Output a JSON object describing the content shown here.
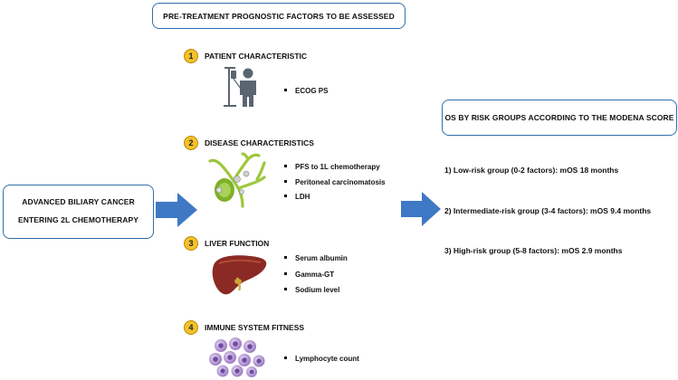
{
  "header": {
    "title": "PRE-TREATMENT PROGNOSTIC FACTORS TO BE ASSESSED"
  },
  "input_box": {
    "line1": "ADVANCED BILIARY CANCER",
    "line2": "ENTERING 2L CHEMOTHERAPY"
  },
  "sections": [
    {
      "number": "1",
      "title": "PATIENT CHARACTERISTIC",
      "icon": "patient-iv-icon",
      "items": [
        "ECOG PS"
      ]
    },
    {
      "number": "2",
      "title": "DISEASE CHARACTERISTICS",
      "icon": "biliary-tract-icon",
      "items": [
        "PFS to 1L chemotherapy",
        "Peritoneal carcinomatosis",
        "LDH"
      ]
    },
    {
      "number": "3",
      "title": "LIVER FUNCTION",
      "icon": "liver-icon",
      "items": [
        "Serum albumin",
        "Gamma-GT",
        "Sodium level"
      ]
    },
    {
      "number": "4",
      "title": "IMMUNE SYSTEM FITNESS",
      "icon": "lymphocytes-icon",
      "items": [
        "Lymphocyte count"
      ]
    }
  ],
  "output_box": {
    "title": "OS BY RISK GROUPS ACCORDING TO THE MODENA SCORE"
  },
  "risk_groups": [
    "1)  Low-risk group (0-2 factors): mOS 18 months",
    "2)  Intermediate-risk group (3-4 factors): mOS 9.4 months",
    "3)  High-risk group (5-8 factors): mOS 2.9 months"
  ],
  "colors": {
    "border": "#2f6ea9",
    "arrow": "#3f78c4",
    "badge": "#f3c12a"
  }
}
